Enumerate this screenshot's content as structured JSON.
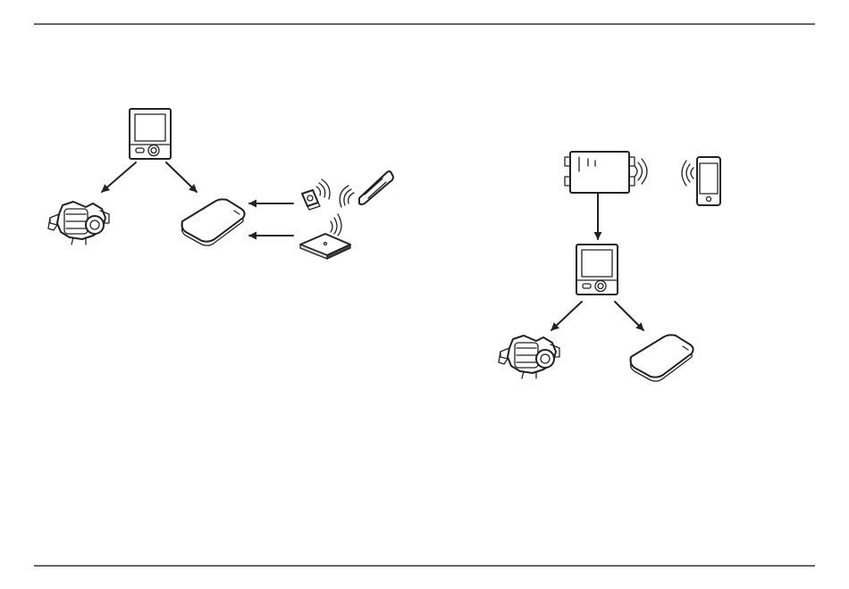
{
  "colors": {
    "line": "#222222",
    "rule": "#333333",
    "background": "#ffffff",
    "fill_light": "#d9d9d9"
  },
  "diagrams": [
    {
      "devices": [
        "remote-controller",
        "outdoor-unit",
        "indoor-unit",
        "wireless-sensor",
        "wireless-remote",
        "wireless-receiver"
      ],
      "connections": [
        {
          "from": "remote-controller",
          "to": "outdoor-unit"
        },
        {
          "from": "remote-controller",
          "to": "indoor-unit"
        },
        {
          "from": "wireless-sensor",
          "to": "indoor-unit"
        },
        {
          "from": "wireless-receiver",
          "to": "indoor-unit"
        }
      ]
    },
    {
      "devices": [
        "wifi-interface",
        "smartphone",
        "remote-controller",
        "outdoor-unit",
        "indoor-unit"
      ],
      "connections": [
        {
          "from": "smartphone",
          "to": "wifi-interface",
          "type": "wireless"
        },
        {
          "from": "wifi-interface",
          "to": "remote-controller"
        },
        {
          "from": "remote-controller",
          "to": "outdoor-unit"
        },
        {
          "from": "remote-controller",
          "to": "indoor-unit"
        }
      ]
    }
  ]
}
